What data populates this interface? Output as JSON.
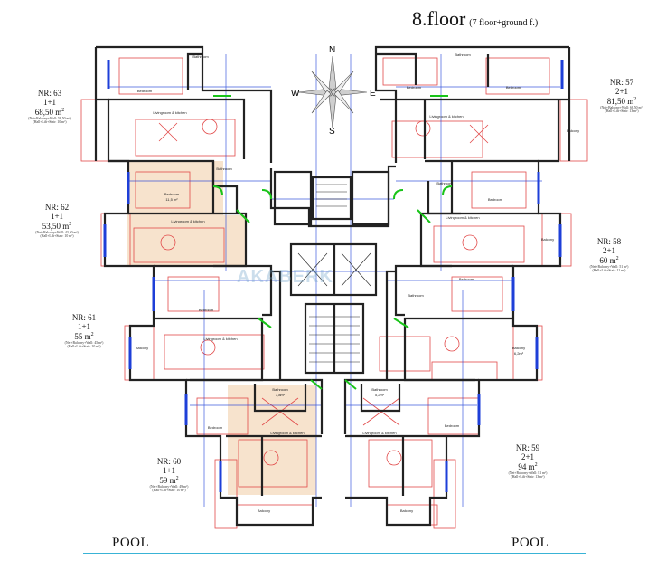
{
  "header": {
    "floor_title": "8.floor",
    "floor_subtitle": "(7 floor+ground f.)"
  },
  "compass": {
    "n": "N",
    "s": "S",
    "e": "E",
    "w": "W"
  },
  "watermark": "AKABERK",
  "units": [
    {
      "nr": "NR: 63",
      "type": "1+1",
      "area": "68,50 m",
      "detail1": "(Net+Balcony+Wall: 58,50 m²)",
      "detail2": "(Hall+Lift+Stair: 10 m²)"
    },
    {
      "nr": "NR: 62",
      "type": "1+1",
      "area": "53,50 m",
      "detail1": "(Net+Balcony+Wall: 43,50 m²)",
      "detail2": "(Hall+Lift+Stair: 10 m²)"
    },
    {
      "nr": "NR: 61",
      "type": "1+1",
      "area": "55 m",
      "detail1": "(Net+Balcony+Wall: 45 m²)",
      "detail2": "(Hall+Lift+Stair: 10 m²)"
    },
    {
      "nr": "NR: 60",
      "type": "1+1",
      "area": "59 m",
      "detail1": "(Net+Balcony+Wall: 49 m²)",
      "detail2": "(Hall+Lift+Stair: 10 m²)"
    },
    {
      "nr": "NR: 57",
      "type": "2+1",
      "area": "81,50 m",
      "detail1": "(Net+Balcony+Wall: 68,50 m²)",
      "detail2": "(Hall+Lift+Stair: 13 m²)"
    },
    {
      "nr": "NR: 58",
      "type": "2+1",
      "area": "60 m",
      "detail1": "(Net+Balcony+Wall: 51 m²)",
      "detail2": "(Hall+Lift+Stair: 11 m²)"
    },
    {
      "nr": "NR: 59",
      "type": "2+1",
      "area": "94 m",
      "detail1": "(Net+Balcony+Wall: 81 m²)",
      "detail2": "(Hall+Lift+Stair: 13 m²)"
    }
  ],
  "rooms": {
    "r63_bed": "Bedroom",
    "r63_bath": "Bathroom",
    "r63_kit": "Livingroom & kitchen",
    "r62_bed": "Bedroom",
    "r62_bed_area": "11,5 m²",
    "r62_bath": "Bathroom",
    "r62_kit": "Livingroom & kitchen",
    "r61_bed": "Bedroom",
    "r61_kit": "Livingroom & kitchen",
    "r61_bal": "Balcony",
    "r60_bed": "Bedroom",
    "r60_bath": "Bathroom",
    "r60_bath_area": "3,8m²",
    "r60_kit": "Livingroom & kitchen",
    "r60_bal": "Balcony",
    "r57_bed1": "Bedroom",
    "r57_bed2": "Bedroom",
    "r57_bath": "Bathroom",
    "r57_kit": "Livingroom & kitchen",
    "r57_bal": "Balcony",
    "r58_bed": "Bedroom",
    "r58_bath": "Bathroom",
    "r58_kit": "Livingroom & kitchen",
    "r58_bal": "Balcony",
    "r59_bed1": "Bedroom",
    "r59_bed2": "Bedroom",
    "r59_bath": "Bathroom",
    "r59_bath_area": "5,2m²",
    "r59_bath2": "Bathroom",
    "r59_kit": "Livingroom & kitchen",
    "r59_bal": "Balcony",
    "r59_bal2": "Balcony",
    "r59_bal2_area": "6,2m²"
  },
  "pool_left": "POOL",
  "pool_right": "POOL",
  "colors": {
    "wall": "#222222",
    "window": "#1e3fd8",
    "door": "#19c419",
    "furniture": "#e24a4a",
    "highlight": "#f7e3cd",
    "pool_line": "#39b3d6"
  }
}
